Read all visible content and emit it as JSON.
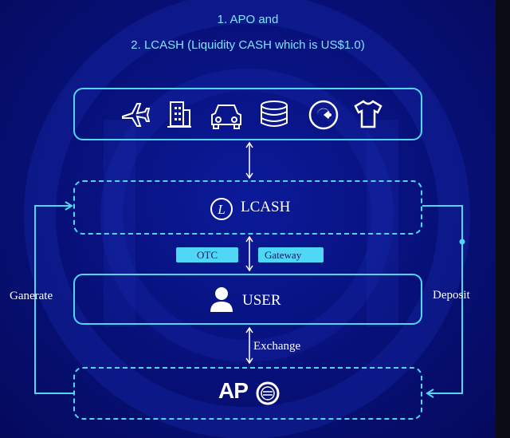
{
  "heading": {
    "line1": "1. APO and",
    "line2": "2. LCASH (Liquidity CASH which is US$1.0)"
  },
  "top_box": {
    "icons": [
      "airplane-icon",
      "building-icon",
      "car-icon",
      "coin-stack-icon",
      "pacman-icon",
      "tshirt-icon"
    ]
  },
  "lcash_box": {
    "label": "LCASH",
    "logo_letter": "L",
    "icon": "lcash-logo-icon"
  },
  "middle_links": {
    "otc_label": "OTC",
    "gateway_label": "Gateway"
  },
  "user_box": {
    "label": "USER",
    "icon": "user-icon"
  },
  "exchange_label": "Exchange",
  "apo_box": {
    "logo_text": "AP"
  },
  "side_labels": {
    "left": "Ganerate",
    "right": "Deposit"
  },
  "colors": {
    "accent": "#4fd7f5",
    "background": "#071078",
    "text": "#ffffff",
    "heading": "#7fe4ff"
  }
}
